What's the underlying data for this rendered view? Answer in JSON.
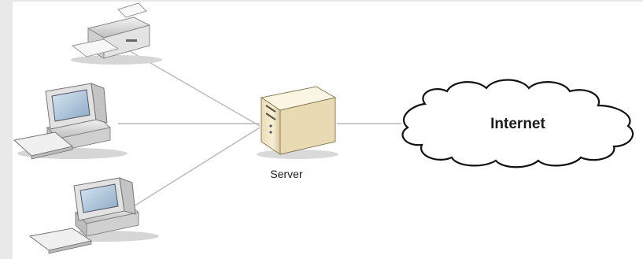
{
  "diagram": {
    "server_label": "Server",
    "internet_label": "Internet",
    "colors": {
      "background": "#e9e9e9",
      "panel": "#ffffff",
      "line": "#b9b9b9",
      "cloud_stroke": "#111111",
      "server_body": "#f2e6c6"
    },
    "nodes": [
      {
        "name": "printer-icon"
      },
      {
        "name": "computer-icon-top"
      },
      {
        "name": "computer-icon-bottom"
      },
      {
        "name": "server-icon"
      },
      {
        "name": "internet-cloud"
      }
    ]
  }
}
